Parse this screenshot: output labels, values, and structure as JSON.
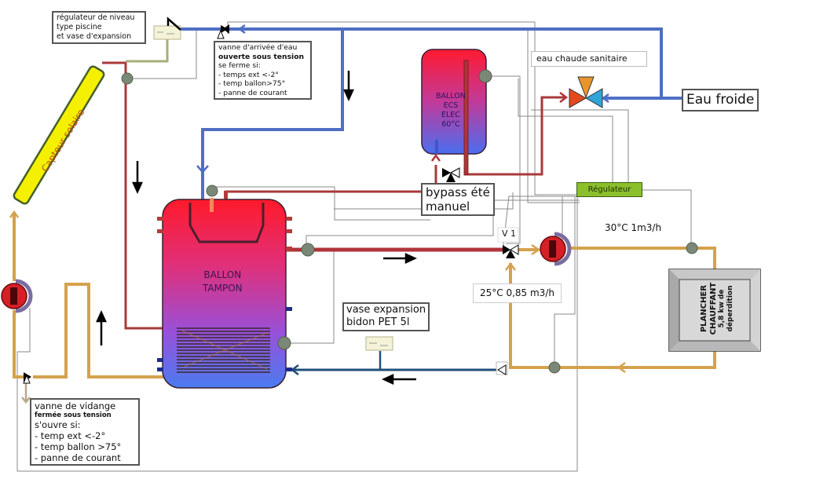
{
  "title": "Schéma installation solaire - ballon tampon et plancher chauffant",
  "components": {
    "solar_collector": {
      "label": "Capteur solaire"
    },
    "level_regulator_note": {
      "lines": [
        "régulateur de niveau",
        "type piscine",
        "et vase d'expansion"
      ]
    },
    "inlet_valve_note": {
      "lines": [
        "vanne d'arrivée d'eau",
        "ouverte sous tension",
        "se ferme si:",
        "- temps ext <-2°",
        "- temp ballon>75°",
        "- panne de courant"
      ]
    },
    "drain_valve_note": {
      "lines": [
        "vanne de vidange",
        "fermée sous tension",
        "s'ouvre si:",
        "- temp ext <-2°",
        "- temp ballon >75°",
        "- panne de courant"
      ]
    },
    "ecs_tank": {
      "lines": [
        "BALLON",
        "ECS",
        "ELEC",
        "60°C"
      ]
    },
    "buffer_tank": {
      "lines": [
        "BALLON",
        "TAMPON"
      ]
    },
    "dhw_label": "eau chaude sanitaire",
    "cold_water_label": "Eau froide",
    "bypass_note": {
      "lines": [
        "bypass été",
        "manuel"
      ]
    },
    "regulator_label": "Régulateur",
    "valve_v1_label": "V 1",
    "flow_supply_label": "30°C 1m3/h",
    "flow_mix_label": "25°C 0,85 m3/h",
    "expansion_vessel_note": {
      "lines": [
        "vase expansion",
        "bidon PET 5l"
      ]
    },
    "floor_heating": {
      "lines": [
        "PLANCHER",
        "CHAUFFANT",
        "5,8 kw de",
        "déperdition"
      ]
    }
  },
  "colors": {
    "solar_loop": "#d4a24c",
    "hot_pipe": "#b0343a",
    "cold_water": "#4f6fc4",
    "return_pipe": "#1f4f7a",
    "wiring": "#8a8a8a",
    "sensor": "#7b8878",
    "regulator": "#8bbf2c",
    "collector": "#f5f000"
  }
}
